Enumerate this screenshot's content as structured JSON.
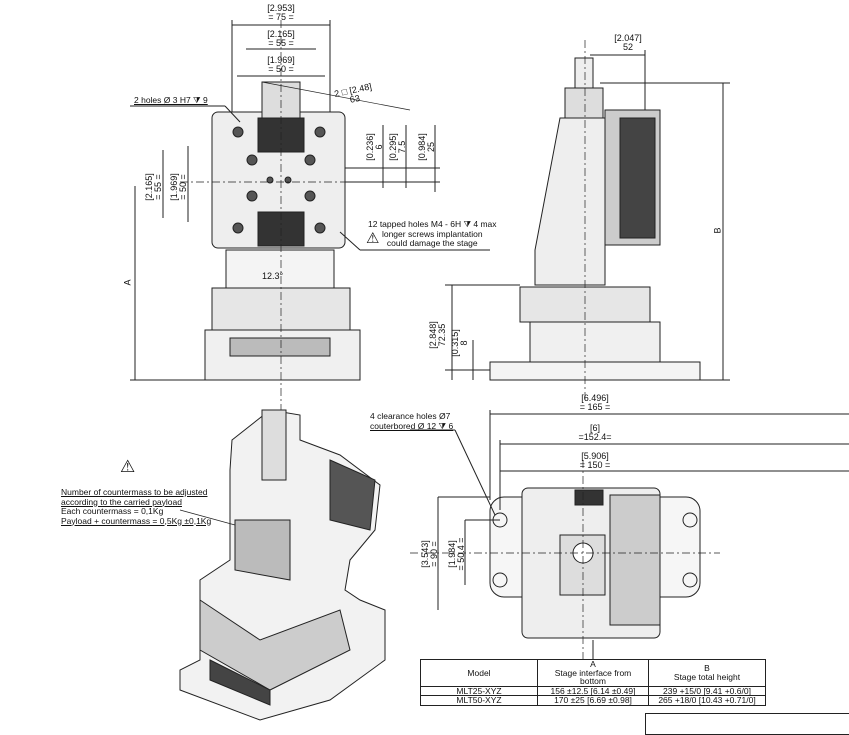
{
  "top_view": {
    "dims": {
      "w75": {
        "inch": "[2.953]",
        "mm": "=   75   ="
      },
      "w55": {
        "inch": "[2.165]",
        "mm": "=   55   ="
      },
      "w50": {
        "inch": "[1.969]",
        "mm": "=   50   ="
      },
      "diag63": {
        "inch": "[2.48]",
        "mm": "63",
        "prefix": "2 □"
      },
      "h6": {
        "inch": "[0.236]",
        "mm": "6"
      },
      "h75": {
        "inch": "[0.295]",
        "mm": "7.5"
      },
      "h25": {
        "inch": "[0.984]",
        "mm": "25"
      },
      "v55": {
        "inch": "[2.165]",
        "mm": "=  55  ="
      },
      "v50": {
        "inch": "[1.969]",
        "mm": "=  50  ="
      },
      "angle": "12.3°",
      "a_label": "A"
    },
    "notes": {
      "holes": "2 holes Ø 3 H7 ⧩ 9",
      "tapped_1": "12 tapped holes M4 - 6H ⧩ 4 max",
      "tapped_2": "longer screws implantation",
      "tapped_3": "could damage the stage"
    }
  },
  "side_view": {
    "dims": {
      "w52": {
        "inch": "[2.047]",
        "mm": "52"
      },
      "h7235": {
        "inch": "[2.848]",
        "mm": "72.35"
      },
      "h8": {
        "inch": "[0.315]",
        "mm": "8"
      },
      "b_label": "B"
    }
  },
  "iso_view": {
    "notes": {
      "line1": "Number of countermass to be adjusted",
      "line2": "according to the carried payload",
      "line3": "Each countermass = 0,1Kg",
      "line4": "Payload + countermass = 0,5Kg ±0,1Kg"
    }
  },
  "bottom_view": {
    "dims": {
      "w165": {
        "inch": "[6.496]",
        "mm": "=   165   ="
      },
      "w1524": {
        "inch": "[6]",
        "mm": "=152.4="
      },
      "w150": {
        "inch": "[5.906]",
        "mm": "=   150   ="
      },
      "h90": {
        "inch": "[3.543]",
        "mm": "=  90  ="
      },
      "h504": {
        "inch": "[1.984]",
        "mm": "=  50.4  ="
      }
    },
    "notes": {
      "line1": "4 clearance holes Ø7",
      "line2": "couterbored Ø 12 ⧩ 6"
    }
  },
  "spec_table": {
    "headers": {
      "model": "Model",
      "a_letter": "A",
      "a_text": "Stage interface from bottom",
      "b_letter": "B",
      "b_text": "Stage total height"
    },
    "rows": [
      {
        "model": "MLT25-XYZ",
        "a": "156 ±12.5 [6.14 ±0.49]",
        "b": "239 +15/0 [9.41 +0.6/0]"
      },
      {
        "model": "MLT50-XYZ",
        "a": "170 ±25 [6.69 ±0.98]",
        "b": "265 +18/0 [10.43 +0.71/0]"
      }
    ]
  }
}
